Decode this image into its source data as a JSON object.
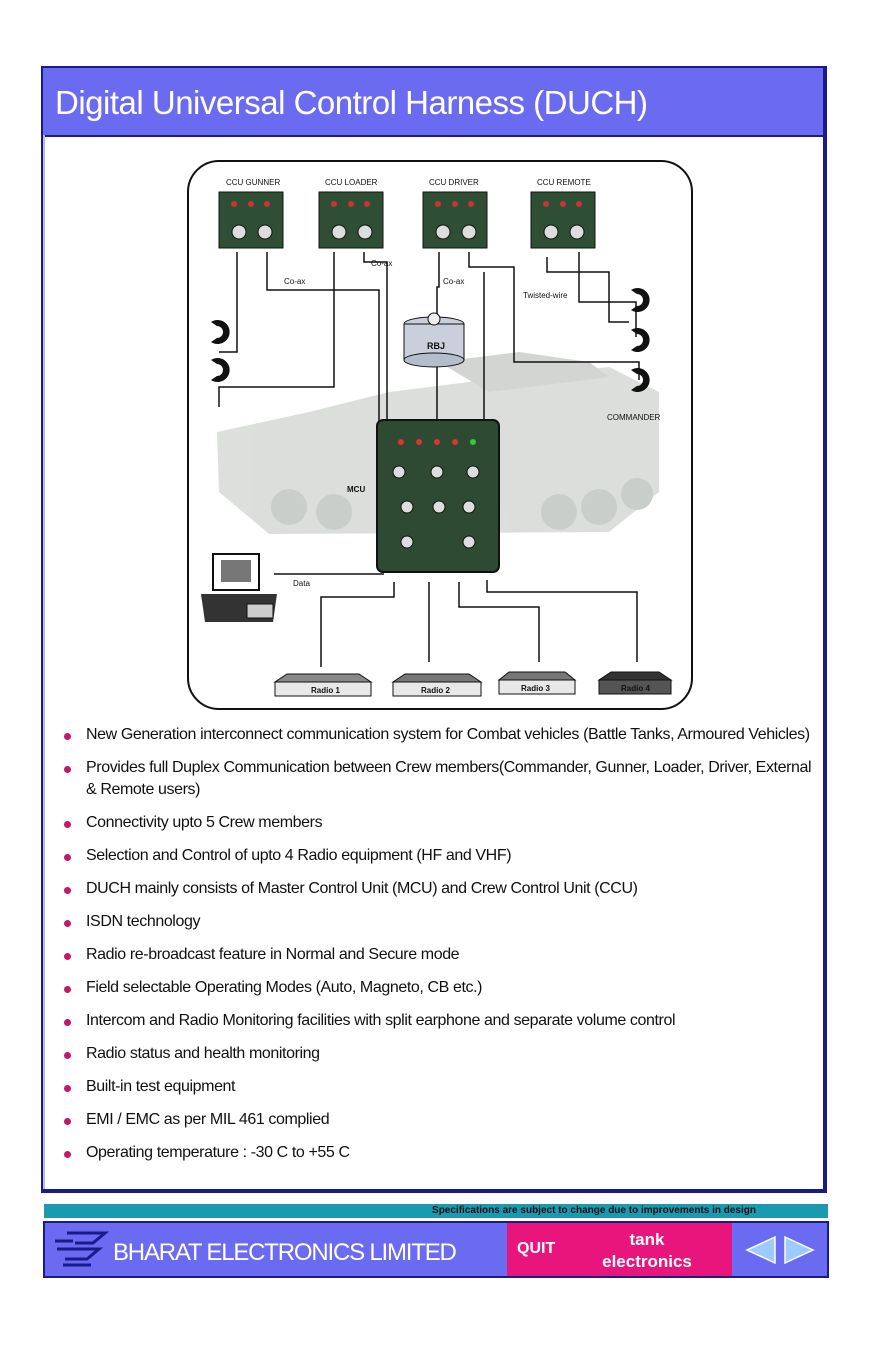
{
  "page": {
    "title": "Digital Universal Control Harness (DUCH)"
  },
  "diagram": {
    "ccu_labels": [
      "CCU GUNNER",
      "CCU LOADER",
      "CCU DRIVER",
      "CCU REMOTE"
    ],
    "cable_labels": {
      "coax_1": "Co-ax",
      "coax_2": "Co-ax",
      "coax_3": "Co-ax",
      "twisted": "Twisted-wire",
      "data": "Data"
    },
    "rbj_label": "RBJ",
    "mcu_label": "MCU",
    "commander_label": "COMMANDER",
    "radios": [
      "Radio 1",
      "Radio 2",
      "Radio 3",
      "Radio 4"
    ]
  },
  "features": [
    "New Generation interconnect communication system for Combat vehicles (Battle Tanks, Armoured Vehicles)",
    "Provides full Duplex Communication between Crew members(Commander, Gunner, Loader, Driver, External & Remote users)",
    "Connectivity upto 5 Crew members",
    "Selection and Control of upto 4 Radio equipment (HF and VHF)",
    "DUCH mainly consists of  Master Control Unit (MCU) and  Crew Control Unit (CCU)",
    "ISDN technology",
    "Radio re-broadcast feature in Normal and Secure mode",
    "Field selectable Operating Modes (Auto, Magneto, CB etc.)",
    "Intercom and Radio Monitoring facilities with split earphone and separate volume control",
    "Radio status and health monitoring",
    "Built-in test equipment",
    "EMI / EMC as per MIL 461 complied",
    "Operating temperature : -30 C to +55 C"
  ],
  "footer": {
    "disclaimer": "Specifications are subject to change due to improvements in design",
    "company": "BHARAT ELECTRONICS LIMITED",
    "quit": "QUIT",
    "brand_line1": "tank",
    "brand_line2": "electronics"
  },
  "colors": {
    "title_bar": "#6b6bf2",
    "frame": "#1a1a8c",
    "accent": "#e8157d",
    "spec_bar": "#1a9ab0",
    "bullet": "#c2186b"
  }
}
